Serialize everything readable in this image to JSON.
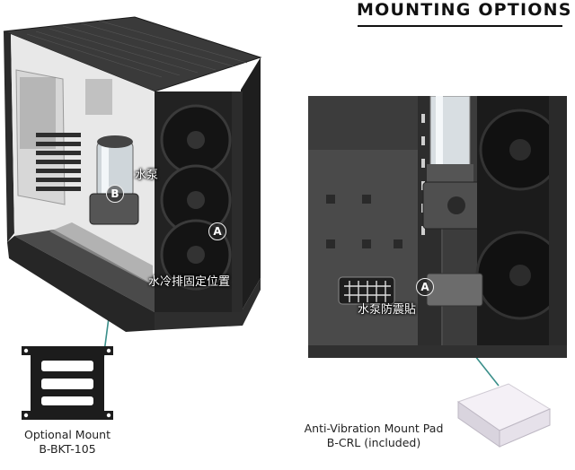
{
  "heading": {
    "title": "MOUNTING OPTIONS"
  },
  "case_photo": {
    "labels": {
      "pump": "水泵",
      "radiator_position": "水冷排固定位置"
    },
    "callouts": {
      "b": "B",
      "a": "A"
    }
  },
  "detail_photo": {
    "labels": {
      "pump_pad": "水泵防震貼"
    },
    "callouts": {
      "a": "A"
    }
  },
  "bracket": {
    "caption_line1": "Optional Mount",
    "caption_line2": "B-BKT-105"
  },
  "pad": {
    "caption_line1": "Anti-Vibration Mount Pad",
    "caption_line2": "B-CRL (included)"
  },
  "colors": {
    "leader_line": "#3a8f8a",
    "case_body": "#2a2a2a",
    "pad_face": "#f4f0f6"
  }
}
